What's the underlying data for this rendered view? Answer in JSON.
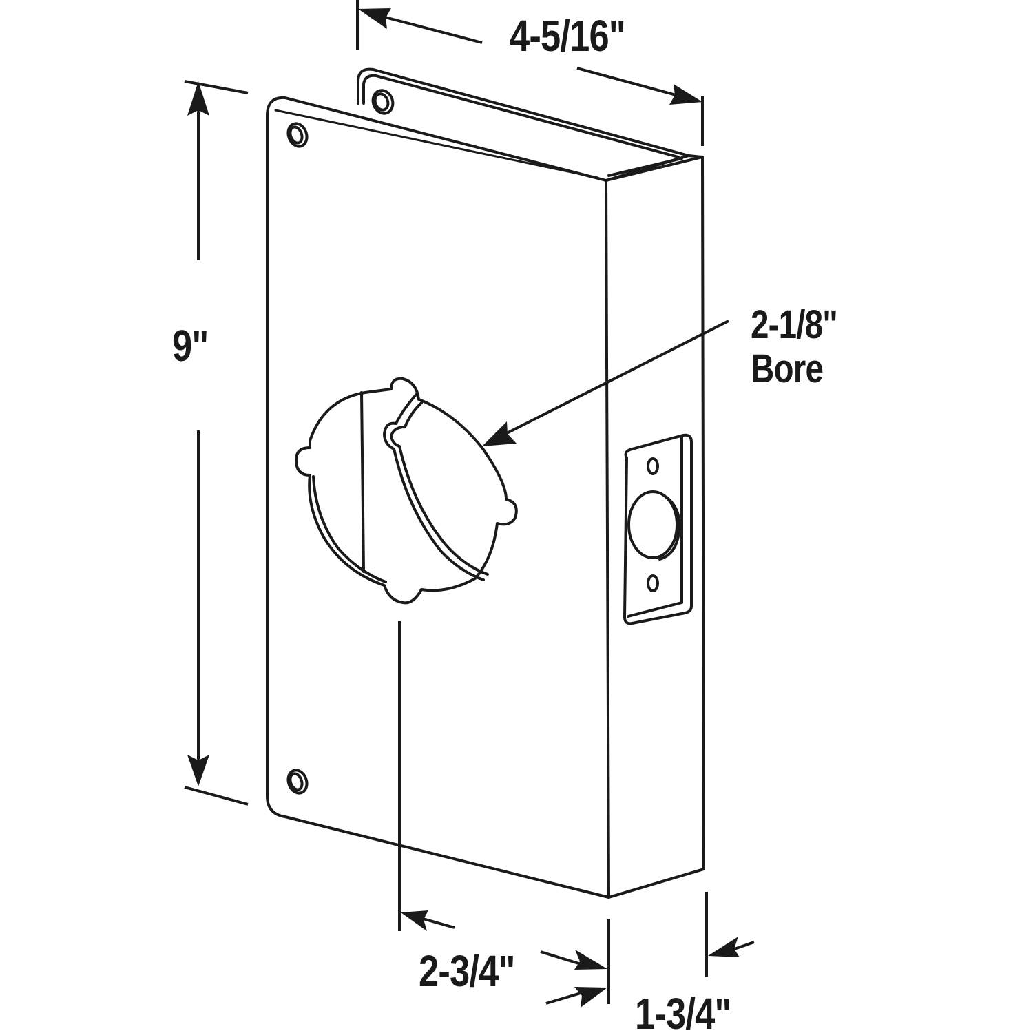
{
  "diagram": {
    "subject": "door reinforcer wrap-around plate",
    "colors": {
      "line": "#1a1a1a",
      "background": "#ffffff"
    },
    "dimensions": {
      "width": "4-5/16\"",
      "height": "9\"",
      "bore_size": "2-1/8\"",
      "bore_word": "Bore",
      "backset": "2-3/4\"",
      "door_thickness": "1-3/4\""
    }
  }
}
